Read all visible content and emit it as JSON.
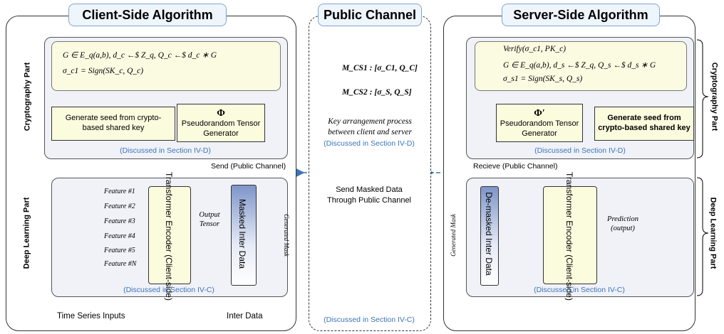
{
  "client": {
    "title": "Client-Side Algorithm",
    "crypto_side_label": "Cryptography Part",
    "dl_side_label": "Deep Learning Part",
    "formula_line1": "G ∈ E_q(a,b), d_c ←$ Z_q, Q_c ←$ d_c ∗ G",
    "formula_line2": "σ_c1 = Sign(SK_c, Q_c)",
    "seed_box": "Generate seed from crypto-based shared key",
    "prng_symbol": "Φ",
    "prng_box": "Pseudorandom Tensor Generator",
    "crypto_discussed": "(Discussed in Section IV-D)",
    "send_label": "Send (Public Channel)",
    "features": [
      "Feature #1",
      "Feature #2",
      "Feature #3",
      "Feature #4",
      "Feature #5",
      "Feature #N"
    ],
    "encoder": "Transformer Encoder (Client-side)",
    "output_tensor": "Output Tensor",
    "masked_data": "Masked Inter Data",
    "generated_mask": "Generated Mask",
    "dl_discussed": "(Discussed in Section IV-C)",
    "time_series": "Time Series Inputs",
    "inter_data": "Inter Data"
  },
  "public": {
    "title": "Public Channel",
    "msg1": "M_CS1 : [σ_C1, Q_C]",
    "msg2": "M_CS2 : [σ_S, Q_S]",
    "key_process": "Key arrangement process between client and server",
    "crypto_discussed": "(Discussed in Section IV-D)",
    "send_masked": "Send Masked Data Through Public Channel",
    "dl_discussed": "(Discussed in Section IV-C)"
  },
  "server": {
    "title": "Server-Side Algorithm",
    "crypto_side_label": "Cryptography Part",
    "dl_side_label": "Deep Learning Part",
    "formula_line1": "Verify(σ_c1, PK_c)",
    "formula_line2": "G ∈ E_q(a,b), d_s ←$ Z_q, Q_s ←$ d_s ∗ G",
    "formula_line3": "σ_s1 = Sign(SK_s, Q_s)",
    "seed_box": "Generate seed from crypto-based shared key",
    "prng_symbol": "Φ′",
    "prng_box": "Pseudorandom Tensor Generator",
    "crypto_discussed": "(Discussed in Section IV-D)",
    "receive_label": "Recieve (Public Channel)",
    "generated_mask": "Generated Mask",
    "demasked_data": "De-masked Inter Data",
    "encoder": "Transformer Encoder (Client-side)",
    "prediction": "Prediction (output)",
    "dl_discussed": "(Discussed in Section IV-C)"
  },
  "colors": {
    "accent": "#3d74b8",
    "crypto_fill": "#fbfbe2",
    "panel_fill": "#f0f2f8"
  }
}
